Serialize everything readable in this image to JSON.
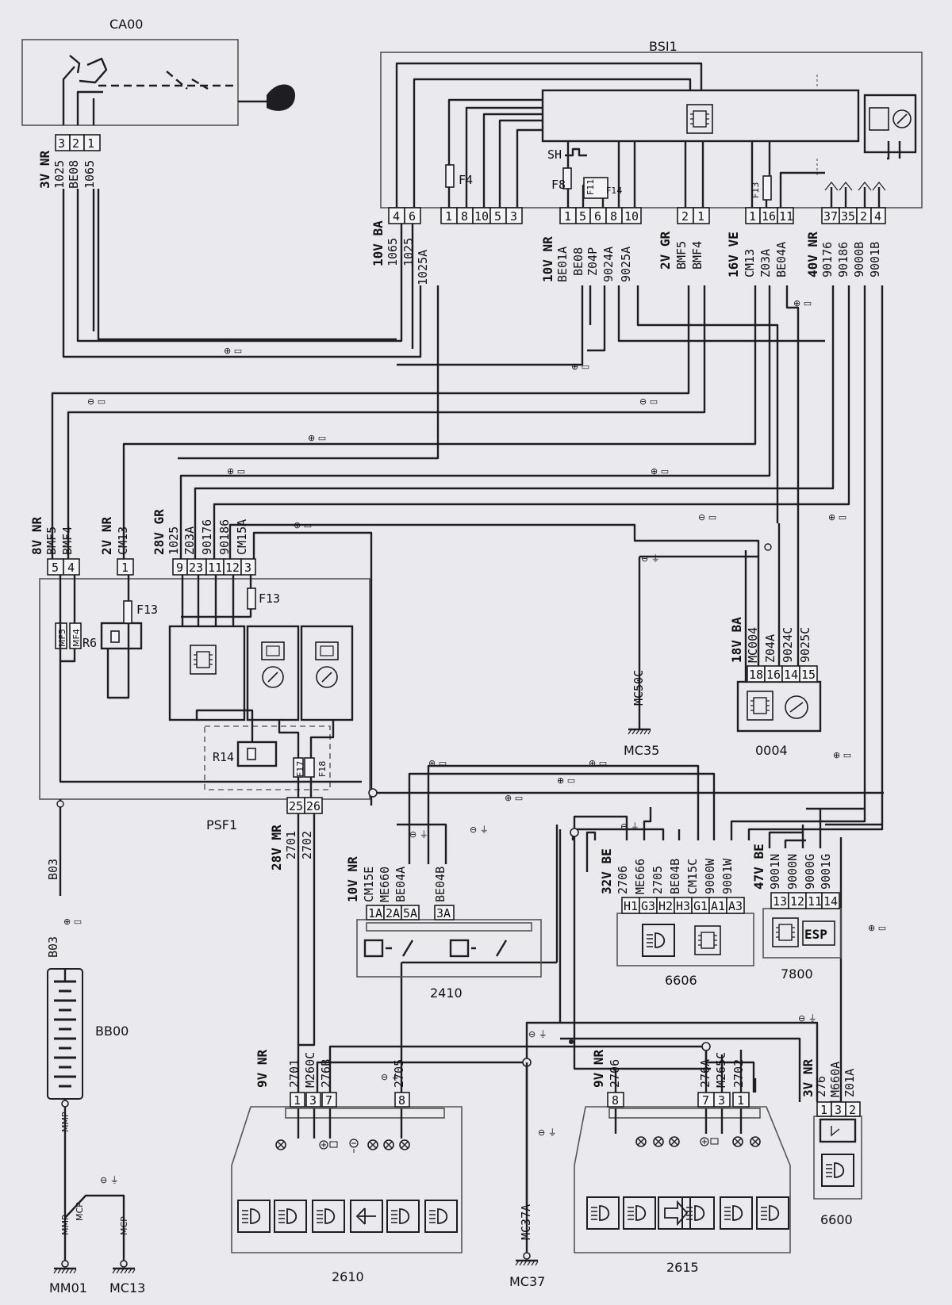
{
  "components": {
    "ca00": "CA00",
    "bsi1": "BSI1",
    "psf1": "PSF1",
    "bb00": "BB00",
    "c0004": "0004",
    "c2410": "2410",
    "c6606": "6606",
    "c7800": "7800",
    "c2610": "2610",
    "c2615": "2615",
    "c6600": "6600",
    "mm01": "MM01",
    "mc13": "MC13",
    "mc35": "MC35",
    "mc37": "MC37",
    "esp": "ESP"
  },
  "connectors": {
    "ca00": {
      "label": "3V NR",
      "pins": [
        "3",
        "2",
        "1"
      ],
      "wires": [
        "1025",
        "BE08",
        "1065"
      ]
    },
    "bsi_a": {
      "label": "10V BA",
      "pins": [
        "4",
        "6"
      ],
      "wires": [
        "1065",
        "1025",
        "1025A"
      ]
    },
    "bsi_b": {
      "pins": [
        "1",
        "8",
        "10",
        "5",
        "3"
      ]
    },
    "bsi_c": {
      "label": "10V NR",
      "pins": [
        "1",
        "5",
        "6",
        "8",
        "10"
      ],
      "wires": [
        "BE01A",
        "BE08",
        "Z04P",
        "9024A",
        "9025A"
      ]
    },
    "bsi_d": {
      "label": "2V GR",
      "pins": [
        "2",
        "1"
      ],
      "wires": [
        "BMF5",
        "BMF4"
      ]
    },
    "bsi_e": {
      "label": "16V VE",
      "pins": [
        "1",
        "16",
        "11"
      ],
      "wires": [
        "CM13",
        "Z03A",
        "BE04A"
      ]
    },
    "bsi_f": {
      "label": "40V NR",
      "pins": [
        "37",
        "35",
        "2",
        "4"
      ],
      "wires": [
        "90176",
        "90186",
        "9000B",
        "9001B"
      ]
    },
    "psf_a": {
      "label": "8V NR",
      "pins": [
        "5",
        "4"
      ],
      "wires": [
        "BMF5",
        "BMF4"
      ]
    },
    "psf_b": {
      "label": "2V NR",
      "pins": [
        "1"
      ],
      "wires": [
        "CM13"
      ]
    },
    "psf_c": {
      "label": "28V GR",
      "pins": [
        "9",
        "23",
        "11",
        "12",
        "3"
      ],
      "wires": [
        "1025",
        "Z03A",
        "90176",
        "90186",
        "CM15A"
      ]
    },
    "psf_d": {
      "label": "28V MR",
      "pins": [
        "25",
        "26"
      ],
      "wires": [
        "2701",
        "2702"
      ]
    },
    "c0004": {
      "label": "18V BA",
      "pins": [
        "18",
        "16",
        "14",
        "15"
      ],
      "wires": [
        "MC004",
        "Z04A",
        "9024C",
        "9025C"
      ]
    },
    "c2410": {
      "label": "10V NR",
      "pins": [
        "1A",
        "2A",
        "5A",
        "3A"
      ],
      "wires": [
        "CM15E",
        "ME660",
        "BE04A",
        "BE04B"
      ]
    },
    "c6606": {
      "label": "32V BE",
      "pins": [
        "H1",
        "G3",
        "H2",
        "H3",
        "G1",
        "A1",
        "A3"
      ],
      "wires": [
        "2706",
        "ME666",
        "2705",
        "BE04B",
        "CM15C",
        "9000W",
        "9001W"
      ]
    },
    "c7800": {
      "label": "47V BE",
      "pins": [
        "13",
        "12",
        "11",
        "14"
      ],
      "wires": [
        "9001N",
        "9000N",
        "9000G",
        "9001G"
      ]
    },
    "c2610": {
      "label": "9V NR",
      "pins": [
        "1",
        "3",
        "7",
        "8"
      ],
      "wires": [
        "2701",
        "M260C",
        "276B",
        "2705"
      ]
    },
    "c2615": {
      "label": "9V NR",
      "pins": [
        "8",
        "7",
        "3",
        "1"
      ],
      "wires": [
        "2706",
        "276A",
        "M265C",
        "2702"
      ]
    },
    "c6600": {
      "label": "3V NR",
      "pins": [
        "1",
        "3",
        "2"
      ],
      "wires": [
        "276",
        "M660A",
        "Z01A"
      ]
    }
  },
  "fuses": {
    "f4": "F4",
    "f8": "F8",
    "f11": "F11",
    "f14": "F14",
    "f13a": "F13",
    "f13b": "F13",
    "f13c": "F13",
    "mf5": "MF5",
    "mf4": "MF4",
    "r6": "R6",
    "r14": "R14",
    "f17": "F17",
    "f18": "F18",
    "sh": "SH"
  },
  "wires": {
    "b03a": "B03",
    "b03b": "B03",
    "mmp1": "MMP",
    "mmp2": "MMP",
    "mcp1": "MCP",
    "mcp2": "MCP",
    "mc50c": "MC50C",
    "mc37a": "MC37A"
  }
}
